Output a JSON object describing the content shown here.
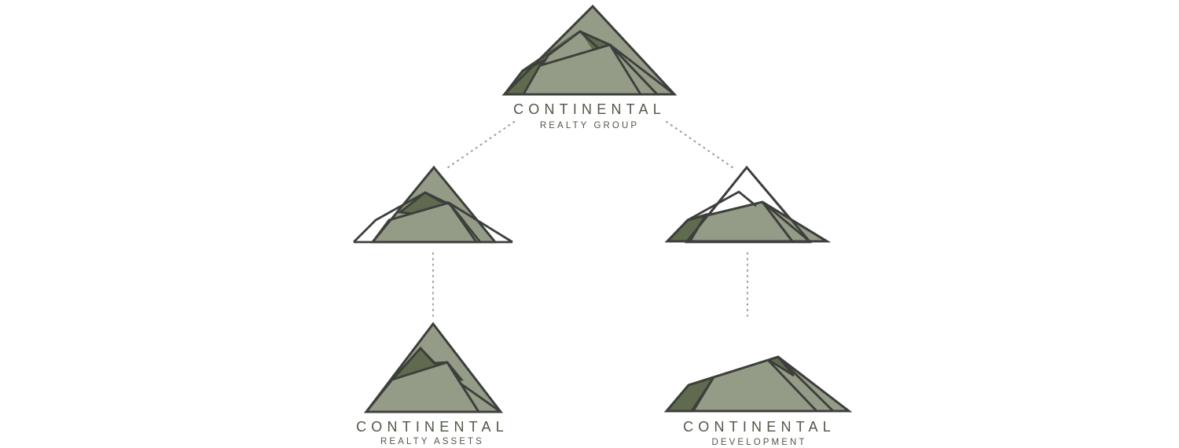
{
  "colors": {
    "outline": "#3c3f3b",
    "sage": "#949c88",
    "dark_olive": "#5f6a4e",
    "text": "#4f5847",
    "connector": "#a3a3a3"
  },
  "nodes": {
    "top": {
      "title": "CONTINENTAL",
      "subtitle": "REALTY GROUP",
      "icon": "mountain-logo-full"
    },
    "mid_left": {
      "icon": "mountain-logo-left-variant"
    },
    "mid_right": {
      "icon": "mountain-logo-right-variant"
    },
    "bottom_left": {
      "title": "CONTINENTAL",
      "subtitle": "REALTY ASSETS",
      "icon": "mountain-logo-assets"
    },
    "bottom_right": {
      "title": "CONTINENTAL",
      "subtitle": "DEVELOPMENT",
      "icon": "mountain-logo-development"
    }
  }
}
